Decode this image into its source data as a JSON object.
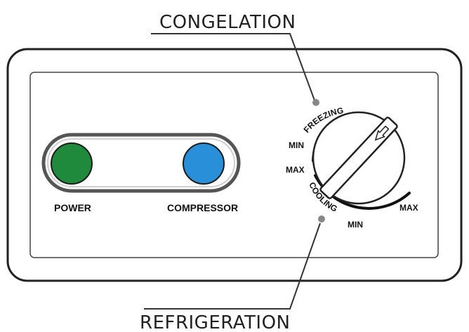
{
  "callouts": {
    "top": "CONGELATION",
    "bottom": "REFRIGERATION"
  },
  "indicators": {
    "power": {
      "label": "POWER",
      "color": "#1f8a3c"
    },
    "compressor": {
      "label": "COMPRESSOR",
      "color": "#2a8fd9"
    }
  },
  "dial": {
    "freezing": {
      "label": "FREEZING",
      "min": "MIN",
      "max": "MAX"
    },
    "cooling": {
      "label": "COOLING",
      "min": "MIN",
      "max": "MAX"
    }
  },
  "colors": {
    "outline": "#222222",
    "knob_fill": "#ffffff",
    "leader_dot": "#888888"
  }
}
